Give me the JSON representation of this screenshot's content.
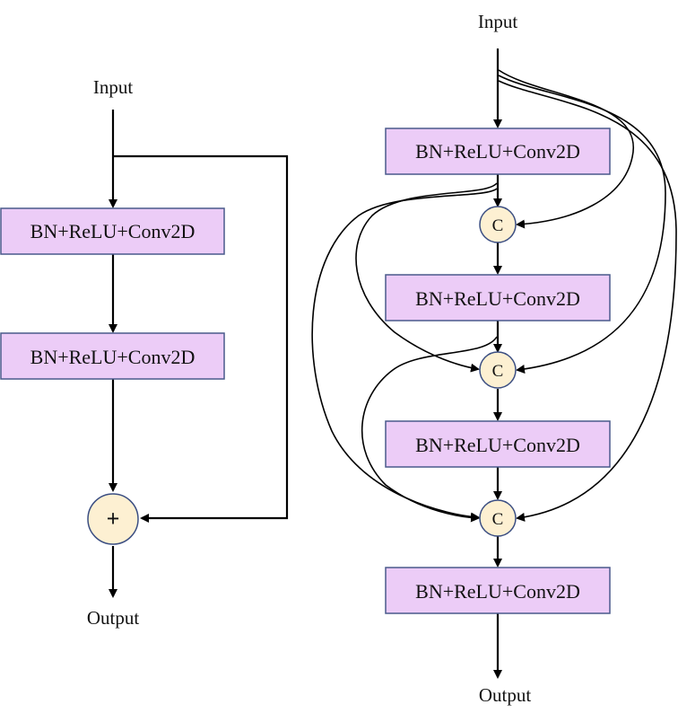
{
  "colors": {
    "box_fill": "#ecccf7",
    "box_stroke": "#4a5a8c",
    "node_fill": "#fdf0d2",
    "node_stroke": "#3b4e82",
    "line": "#000000"
  },
  "left_diagram": {
    "input_label": "Input",
    "blocks": [
      "BN+ReLU+Conv2D",
      "BN+ReLU+Conv2D"
    ],
    "add_node_symbol": "+",
    "output_label": "Output"
  },
  "right_diagram": {
    "input_label": "Input",
    "blocks": [
      "BN+ReLU+Conv2D",
      "BN+ReLU+Conv2D",
      "BN+ReLU+Conv2D",
      "BN+ReLU+Conv2D"
    ],
    "concat_nodes": [
      "C",
      "C",
      "C"
    ],
    "output_label": "Output"
  }
}
